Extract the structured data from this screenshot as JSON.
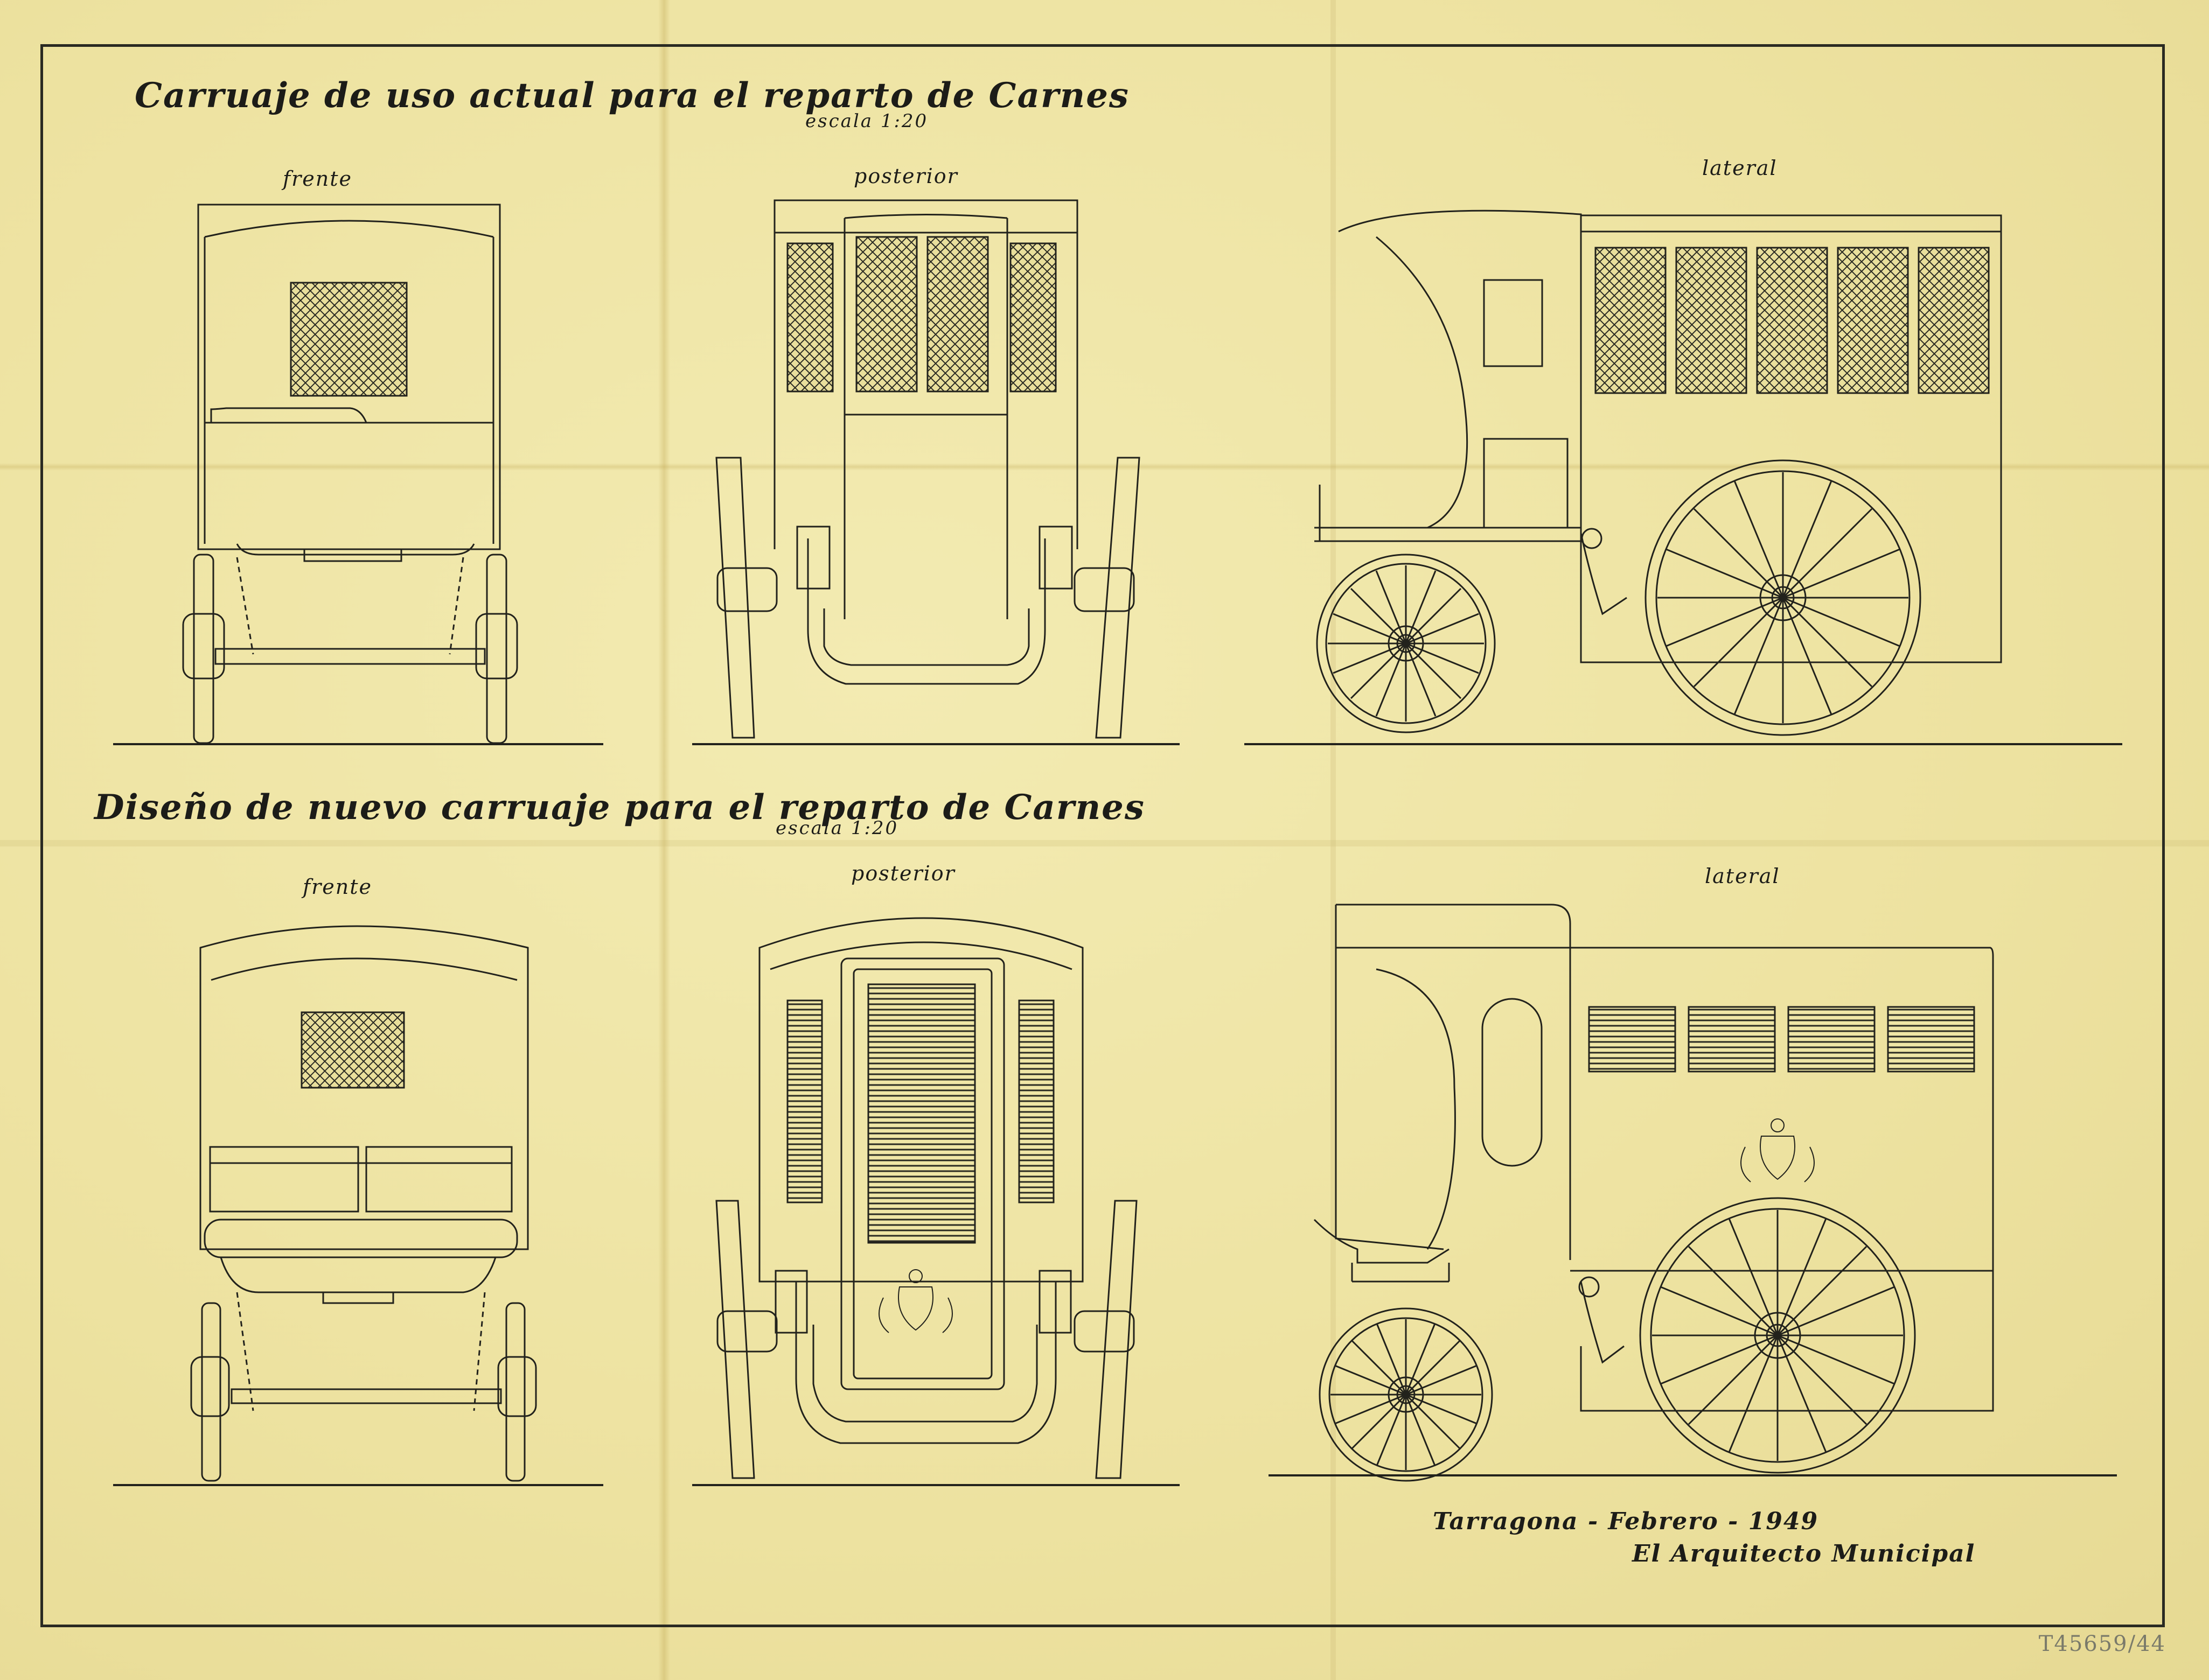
{
  "sheet": {
    "paper_color": "#efe6a6",
    "ink_color": "#1c1c18",
    "title_current": "Carruaje de uso actual para el reparto de Carnes",
    "scale_current": "escala 1:20",
    "title_new": "Diseño de nuevo carruaje para el reparto de Carnes",
    "scale_new": "escala 1:20",
    "signature_place_date": "Tarragona - Febrero - 1949",
    "signature_role": "El Arquitecto Municipal",
    "archive_stamp": "T45659/44"
  },
  "views": {
    "current_front": "frente",
    "current_rear": "posterior",
    "current_side": "lateral",
    "new_front": "frente",
    "new_rear": "posterior",
    "new_side": "lateral"
  }
}
